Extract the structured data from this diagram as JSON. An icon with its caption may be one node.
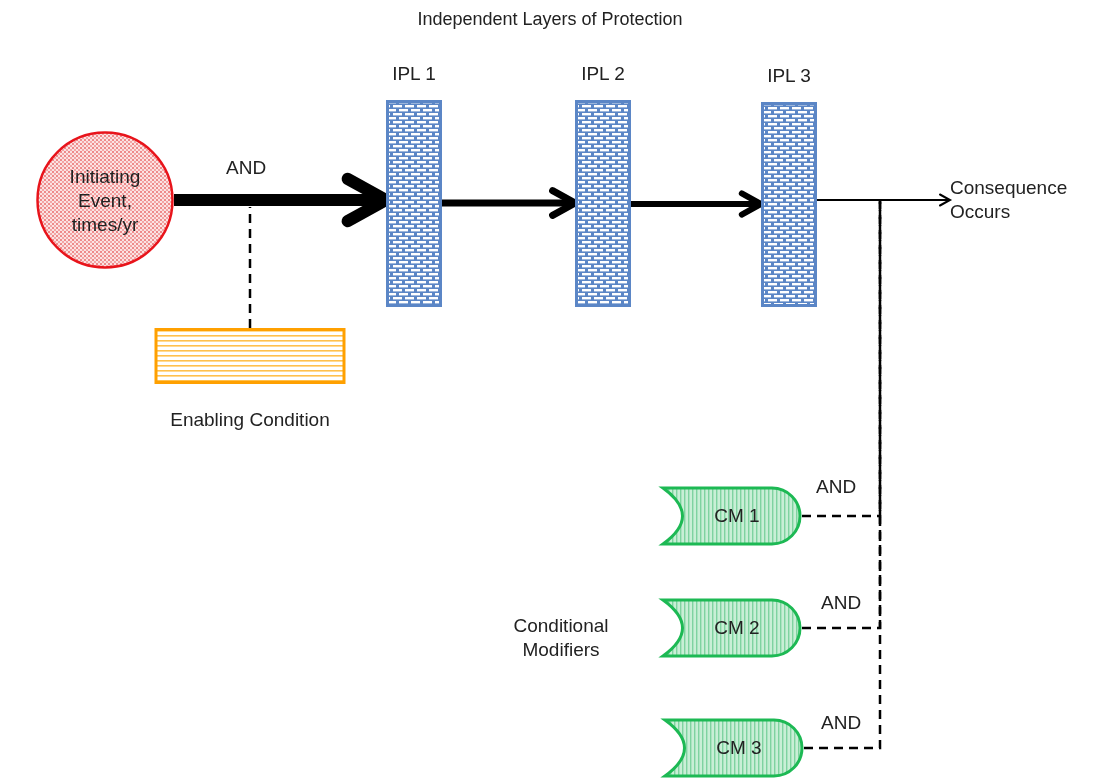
{
  "diagram": {
    "title": "Independent Layers of Protection",
    "nodes": [
      {
        "text": [
          "Initiating Event, times/yr"
        ]
      },
      {
        "text": [
          "IPL 1"
        ]
      },
      {
        "text": [
          "IPL 2"
        ]
      },
      {
        "text": [
          "IPL 3"
        ]
      },
      {
        "text": [
          "Consequence Occurs"
        ]
      },
      {
        "text": [
          "Enabling Condition"
        ]
      },
      {
        "text": [
          "CM 1"
        ]
      },
      {
        "text": [
          "CM 2"
        ]
      },
      {
        "text": [
          "CM 3"
        ]
      }
    ],
    "edges": [
      {
        "from": 0,
        "to": 1,
        "arrow": "to",
        "label": "AND",
        "style": "thick"
      },
      {
        "from": 1,
        "to": 2,
        "arrow": "to",
        "style": "thick"
      },
      {
        "from": 2,
        "to": 3,
        "arrow": "to",
        "style": "thick"
      },
      {
        "from": 3,
        "to": 4,
        "arrow": "to"
      },
      {
        "from": 5,
        "to": null,
        "arrow": "none",
        "style": "dashed"
      },
      {
        "from": 6,
        "to": null,
        "arrow": "none",
        "label": "AND",
        "style": "dashed"
      },
      {
        "from": 7,
        "to": null,
        "arrow": "none",
        "label": "AND",
        "style": "dashed"
      },
      {
        "from": 8,
        "to": null,
        "arrow": "none",
        "label": "AND",
        "style": "dashed"
      }
    ],
    "labels": [
      "Conditional Modifiers"
    ]
  }
}
